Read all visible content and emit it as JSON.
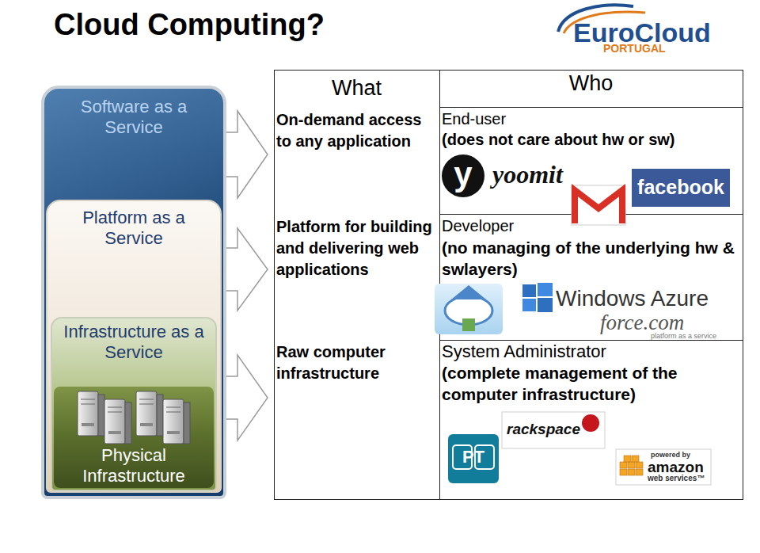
{
  "diagram": {
    "title": "Cloud Computing?",
    "nodes": [
      {
        "text": [
          "Software as a Service"
        ]
      },
      {
        "text": [
          "Platform as a Service"
        ],
        "in": 0
      },
      {
        "text": [
          "Infrastructure as a Service"
        ],
        "in": 1
      },
      {
        "text": [
          "Physical Infrastructure"
        ],
        "in": 2
      }
    ],
    "labels": [
      "EuroCloud",
      "PORTUGAL",
      "What",
      "Who",
      "On-demand access to any application",
      "End-user",
      "(does not care about hw or sw)",
      "y",
      "yoomit",
      "facebook",
      "Platform for building and delivering web applications",
      "Developer",
      "(no managing of the underlying hw & swlayers)",
      "Windows Azure",
      "force.com",
      "platform as a service",
      "Raw computer infrastructure",
      "System Administrator",
      "(complete management of the computer infrastructure)",
      "PT",
      "rackspace",
      "powered by",
      "amazon",
      "web services™"
    ]
  }
}
